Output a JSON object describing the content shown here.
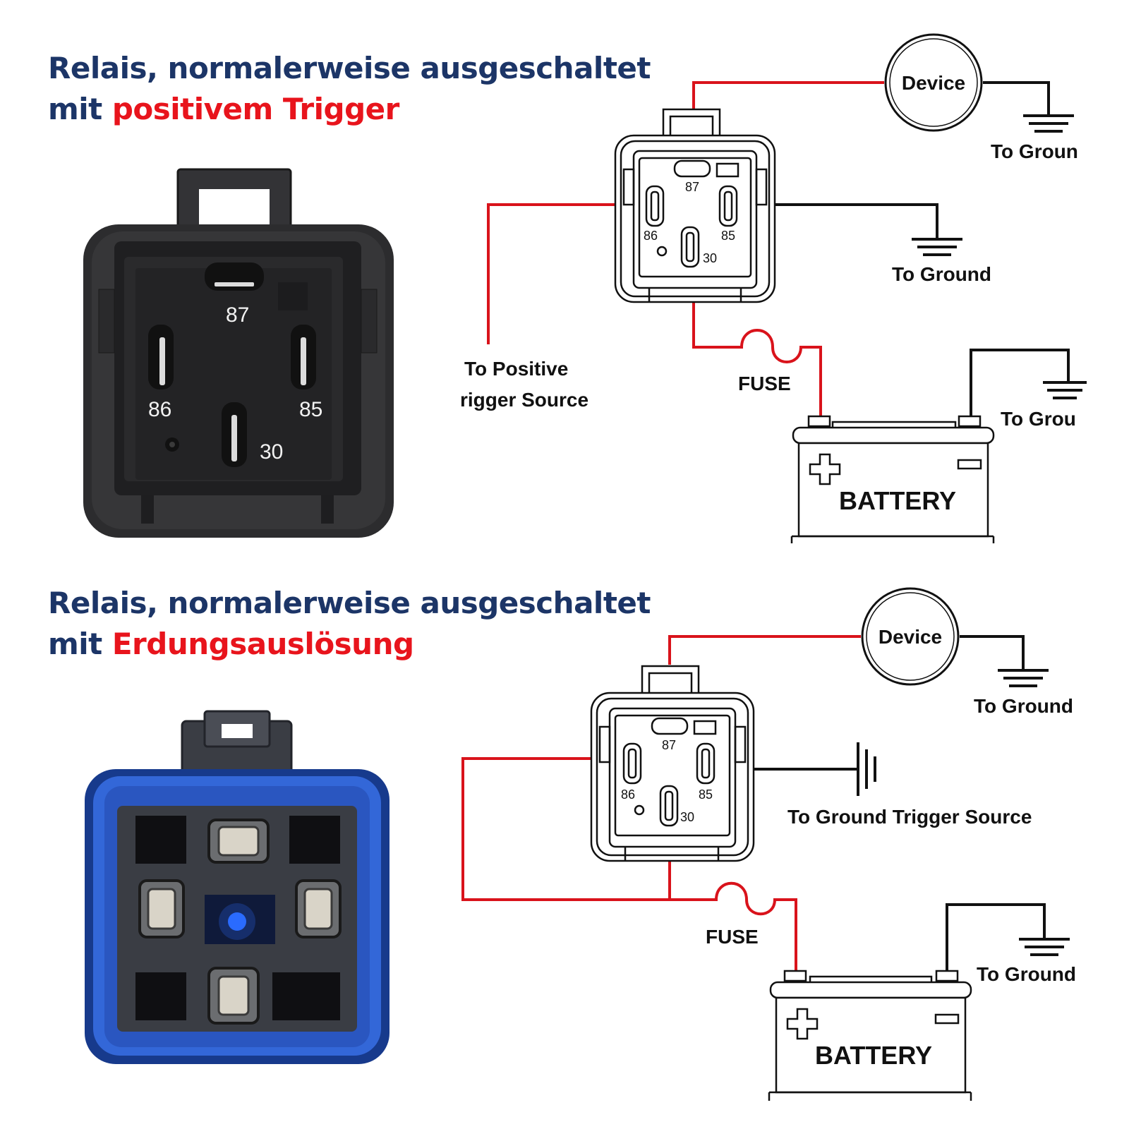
{
  "colors": {
    "heading_navy": "#1c3567",
    "accent_red": "#e8141c",
    "wire_red": "#d9131b",
    "wire_black": "#111111",
    "relay_black": "#2a2a2c",
    "relay_blue": "#2f5fcf",
    "led_blue": "#2a6bff"
  },
  "sections": [
    {
      "heading_line1": "Relais, normalerweise ausgeschaltet",
      "heading_line2_prefix": "mit ",
      "heading_line2_accent": "positivem Trigger",
      "device_label": "Device",
      "device_ground_label": "To Groun",
      "relay_ground_label": "To Ground",
      "trigger_label_line1": "To Positive",
      "trigger_label_line2": "rigger Source",
      "fuse_label": "FUSE",
      "battery_label": "BATTERY",
      "battery_ground_label": "To Grou",
      "diagram_pins": [
        "87",
        "86",
        "85",
        "30"
      ],
      "photo_pins": [
        "87",
        "86",
        "85",
        "30"
      ],
      "photo": "black-relay-socket"
    },
    {
      "heading_line1": "Relais, normalerweise ausgeschaltet",
      "heading_line2_prefix": "mit ",
      "heading_line2_accent": "Erdungsauslösung",
      "device_label": "Device",
      "device_ground_label": "To Ground",
      "trigger_label": "To Ground Trigger Source",
      "fuse_label": "FUSE",
      "battery_label": "BATTERY",
      "battery_ground_label": "To Ground",
      "diagram_pins": [
        "87",
        "86",
        "85",
        "30"
      ],
      "photo": "blue-relay-socket"
    }
  ]
}
